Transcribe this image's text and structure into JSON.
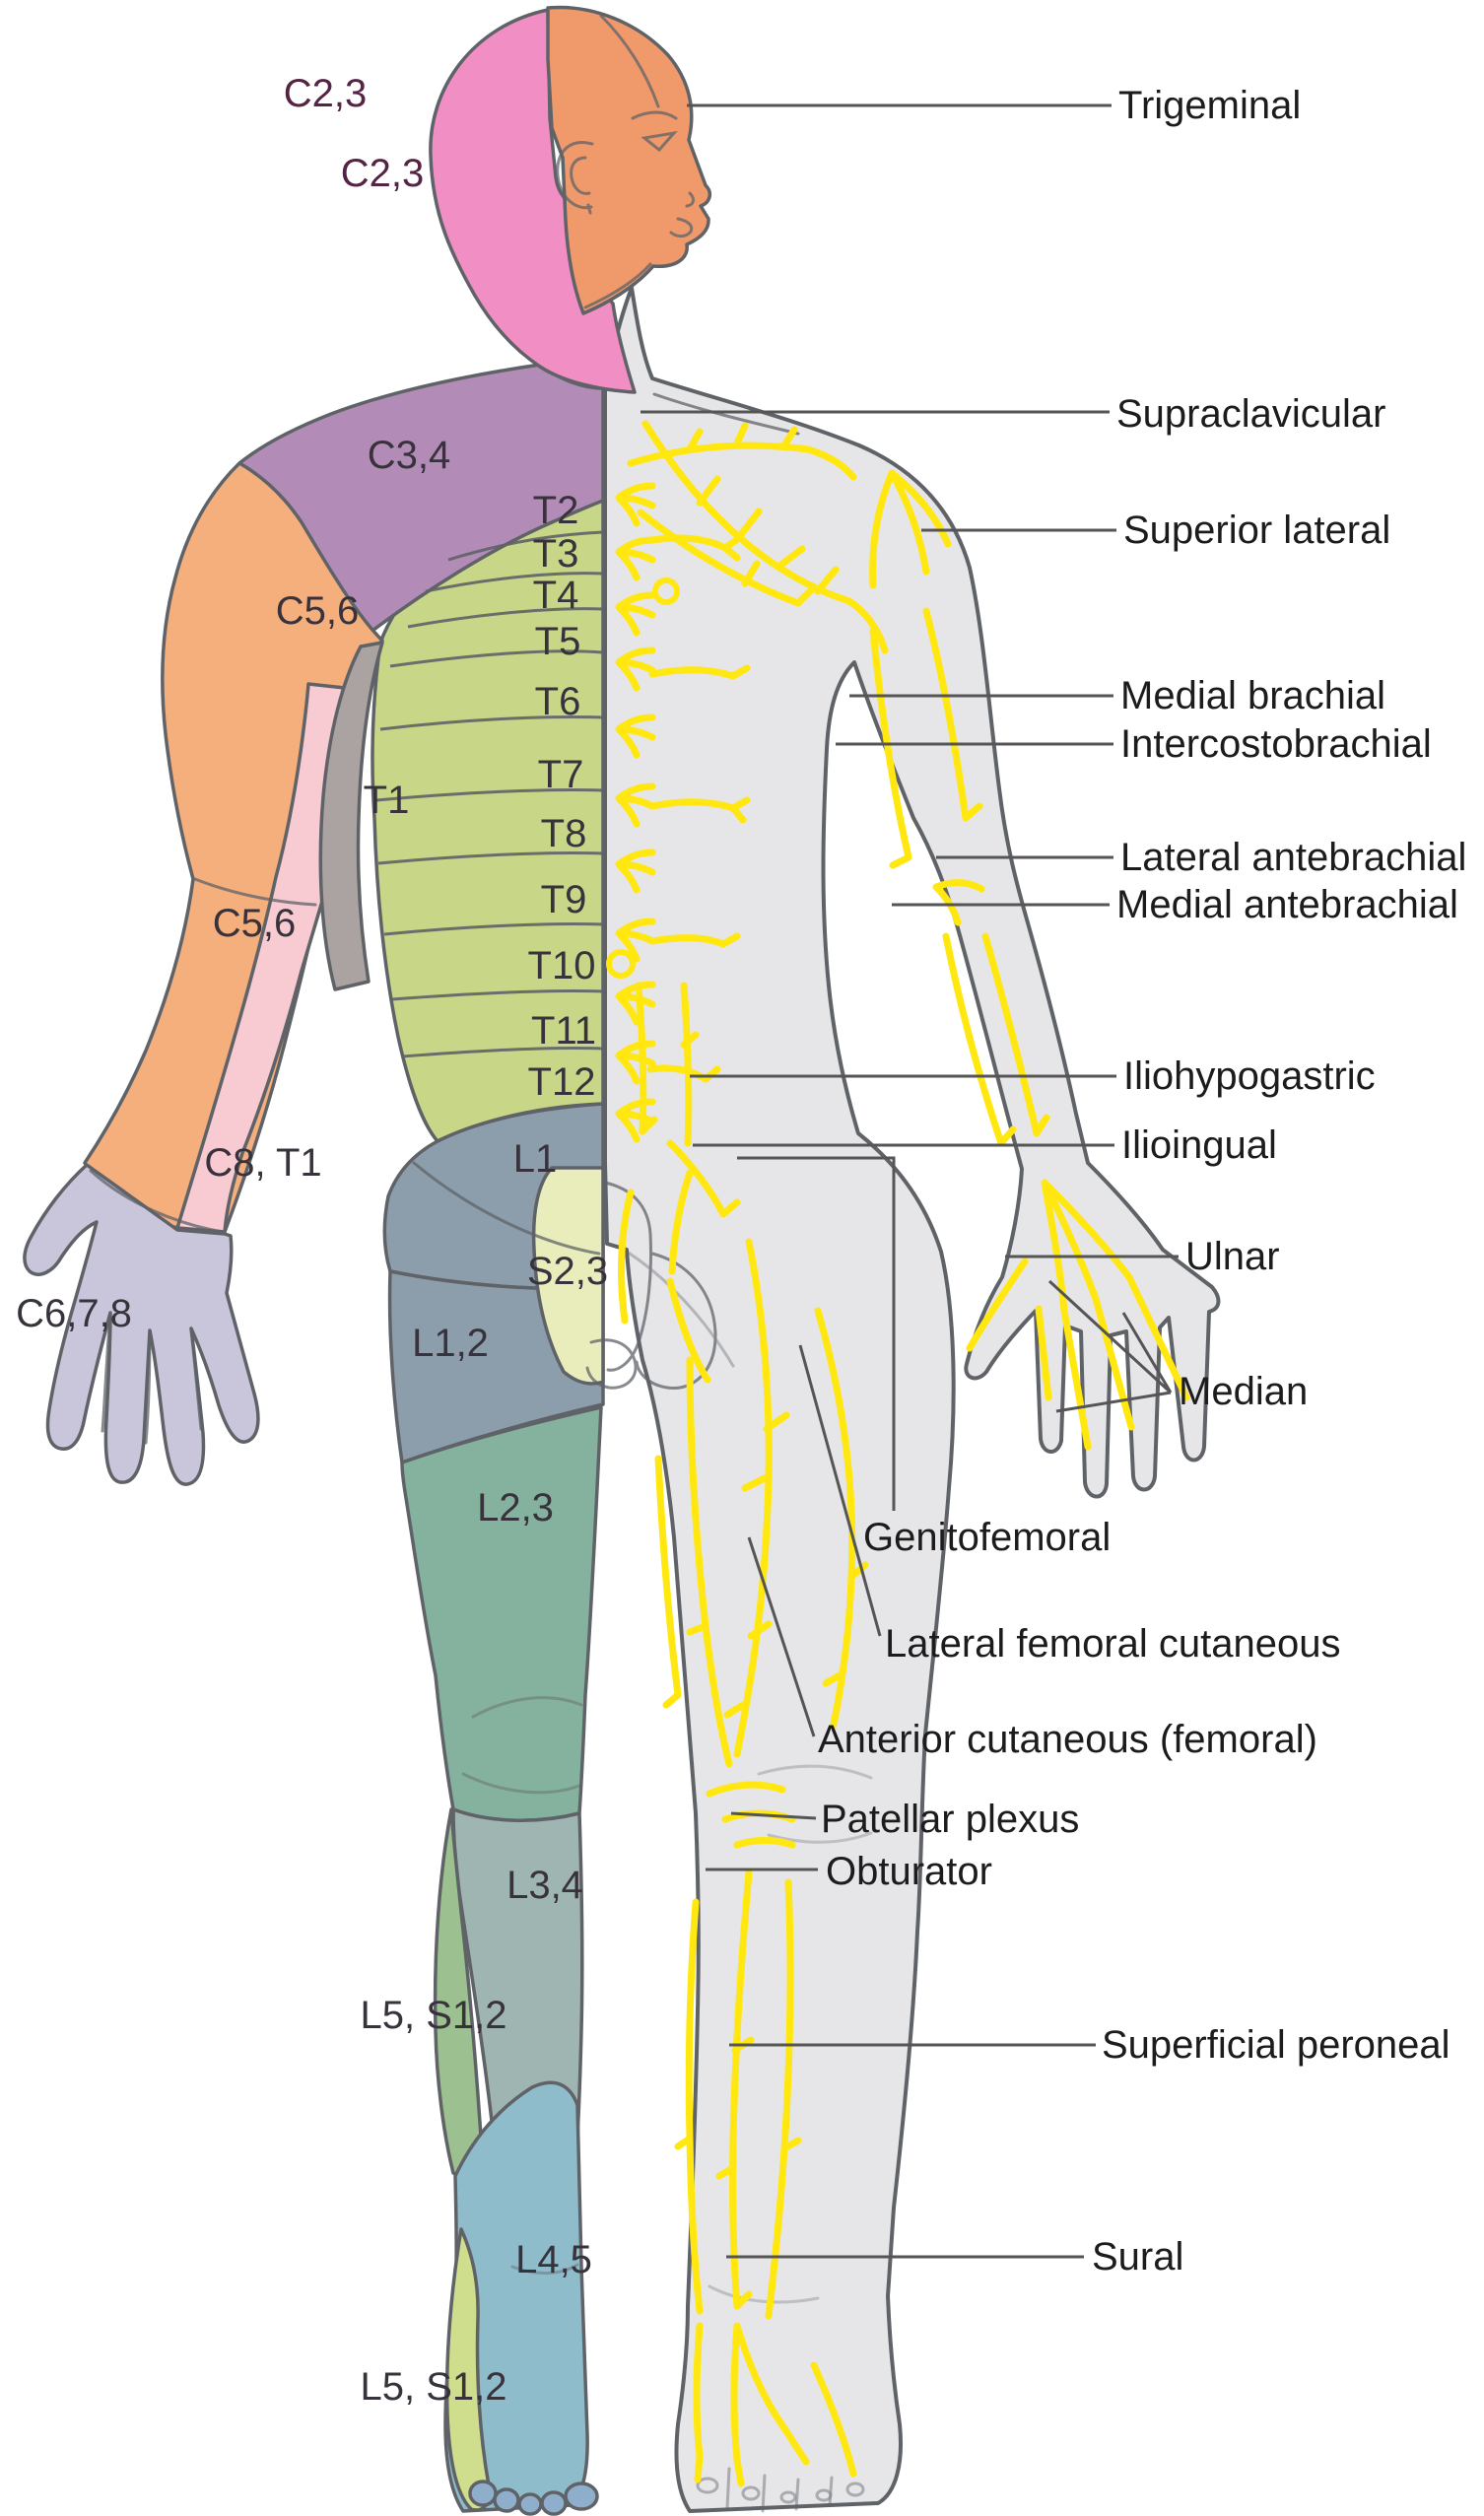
{
  "dermatome_labels": [
    {
      "id": "c23-head",
      "text": "C2,3"
    },
    {
      "id": "c23-neck",
      "text": "C2,3"
    },
    {
      "id": "c34",
      "text": "C3,4"
    },
    {
      "id": "t2",
      "text": "T2"
    },
    {
      "id": "t3",
      "text": "T3"
    },
    {
      "id": "t4",
      "text": "T4"
    },
    {
      "id": "t5",
      "text": "T5"
    },
    {
      "id": "t6",
      "text": "T6"
    },
    {
      "id": "t7",
      "text": "T7"
    },
    {
      "id": "t8",
      "text": "T8"
    },
    {
      "id": "t9",
      "text": "T9"
    },
    {
      "id": "t10",
      "text": "T10"
    },
    {
      "id": "t11",
      "text": "T11"
    },
    {
      "id": "t12",
      "text": "T12"
    },
    {
      "id": "l1",
      "text": "L1"
    },
    {
      "id": "s23",
      "text": "S2,3"
    },
    {
      "id": "c56-shoulder",
      "text": "C5,6"
    },
    {
      "id": "t1",
      "text": "T1"
    },
    {
      "id": "c56-forearm",
      "text": "C5,6"
    },
    {
      "id": "c8t1",
      "text": "C8, T1"
    },
    {
      "id": "c678",
      "text": "C6,7,8"
    },
    {
      "id": "l12",
      "text": "L1,2"
    },
    {
      "id": "l23",
      "text": "L2,3"
    },
    {
      "id": "l34",
      "text": "L3,4"
    },
    {
      "id": "l5s12-upper",
      "text": "L5, S1,2"
    },
    {
      "id": "l45",
      "text": "L4,5"
    },
    {
      "id": "l5s12-lower",
      "text": "L5, S1,2"
    }
  ],
  "nerve_labels": [
    {
      "id": "trigeminal",
      "text": "Trigeminal"
    },
    {
      "id": "supraclavicular",
      "text": "Supraclavicular"
    },
    {
      "id": "superior-lateral",
      "text": "Superior lateral"
    },
    {
      "id": "medial-brachial",
      "text": "Medial brachial"
    },
    {
      "id": "intercostobrachial",
      "text": "Intercostobrachial"
    },
    {
      "id": "lateral-antebrachial",
      "text": "Lateral antebrachial"
    },
    {
      "id": "medial-antebrachial",
      "text": "Medial antebrachial"
    },
    {
      "id": "iliohypogastric",
      "text": "Iliohypogastric"
    },
    {
      "id": "ilioingual",
      "text": "Ilioingual"
    },
    {
      "id": "ulnar",
      "text": "Ulnar"
    },
    {
      "id": "median",
      "text": "Median"
    },
    {
      "id": "genitofemoral",
      "text": "Genitofemoral"
    },
    {
      "id": "lateral-femoral-cutaneous",
      "text": "Lateral femoral cutaneous"
    },
    {
      "id": "anterior-cutaneous-femoral",
      "text": "Anterior cutaneous (femoral)"
    },
    {
      "id": "patellar-plexus",
      "text": "Patellar plexus"
    },
    {
      "id": "obturator",
      "text": "Obturator"
    },
    {
      "id": "superficial-peroneal",
      "text": "Superficial peroneal"
    },
    {
      "id": "sural",
      "text": "Sural"
    }
  ],
  "colors": {
    "c23_pink": "#F18FC4",
    "face_orange": "#F09A6C",
    "c34_purple": "#B28CB6",
    "c56_orange": "#F5AF7D",
    "c8t1_pink": "#F7CBD1",
    "t1_gray": "#ABA3A2",
    "thoracic_green": "#C7D687",
    "hand_lavender": "#C9C6DB",
    "l1_l12_slate": "#8C9EAC",
    "l23_teal": "#85B29E",
    "l34_grayteal": "#9FB5B2",
    "l5s12_green": "#9CC08F",
    "l45_blue": "#8FBCCB",
    "foot_edge_yellowgreen": "#CFDE8D",
    "toes_blue": "#8FAECB",
    "s23_cream": "#E9EDBC",
    "body_gray": "#E6E6E8",
    "outline_gray": "#5F6368",
    "nerve_yellow": "#FFE70F",
    "leader_line": "#555555",
    "label_text": "#1C1C1C"
  }
}
